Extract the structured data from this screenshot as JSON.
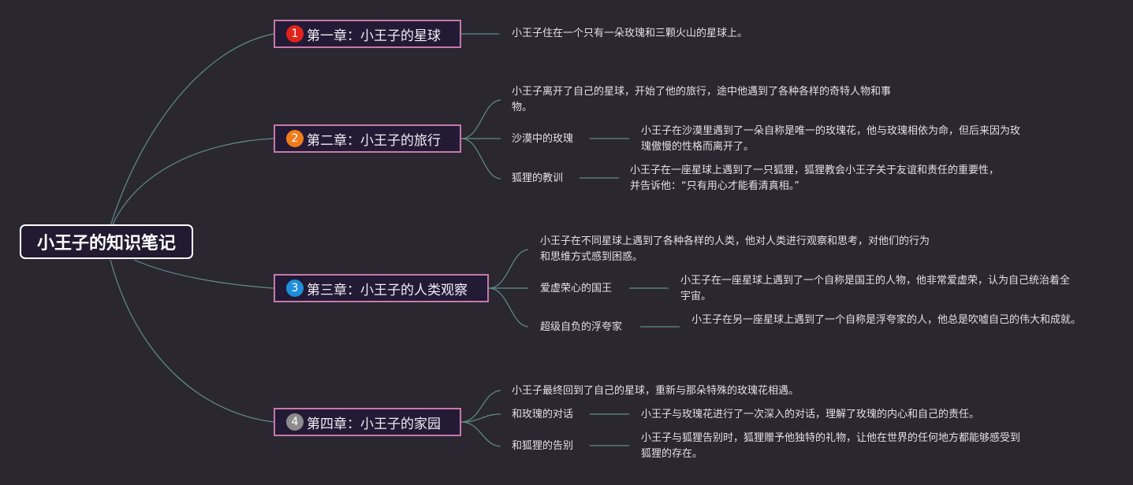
{
  "root": {
    "title": "小王子的知识笔记"
  },
  "chapters": [
    {
      "badge": "1",
      "badge_color": "#e0241b",
      "title": "第一章：小王子的星球",
      "summary": "小王子住在一个只有一朵玫瑰和三颗火山的星球上。",
      "items": []
    },
    {
      "badge": "2",
      "badge_color": "#f07c1a",
      "title": "第二章：小王子的旅行",
      "summary": "小王子离开了自己的星球，开始了他的旅行，途中他遇到了各种各样的奇特人物和事物。",
      "items": [
        {
          "label": "沙漠中的玫瑰",
          "detail": "小王子在沙漠里遇到了一朵自称是唯一的玫瑰花，他与玫瑰相依为命，但后来因为玫瑰傲慢的性格而离开了。"
        },
        {
          "label": "狐狸的教训",
          "detail": "小王子在一座星球上遇到了一只狐狸，狐狸教会小王子关于友谊和责任的重要性，并告诉他：“只有用心才能看清真相。”"
        }
      ]
    },
    {
      "badge": "3",
      "badge_color": "#1e8fd9",
      "title": "第三章：小王子的人类观察",
      "summary": "小王子在不同星球上遇到了各种各样的人类，他对人类进行观察和思考，对他们的行为和思维方式感到困惑。",
      "items": [
        {
          "label": "爱虚荣心的国王",
          "detail": "小王子在一座星球上遇到了一个自称是国王的人物，他非常爱虚荣，认为自己统治着全宇宙。"
        },
        {
          "label": "超级自负的浮夸家",
          "detail": "小王子在另一座星球上遇到了一个自称是浮夸家的人，他总是吹嘘自己的伟大和成就。"
        }
      ]
    },
    {
      "badge": "4",
      "badge_color": "#8c8c8c",
      "title": "第四章：小王子的家园",
      "summary": "小王子最终回到了自己的星球，重新与那朵特殊的玫瑰花相遇。",
      "items": [
        {
          "label": "和玫瑰的对话",
          "detail": "小王子与玫瑰花进行了一次深入的对话，理解了玫瑰的内心和自己的责任。"
        },
        {
          "label": "和狐狸的告别",
          "detail": "小王子与狐狸告别时，狐狸赠予他独特的礼物，让他在世界的任何地方都能够感受到狐狸的存在。"
        }
      ]
    }
  ]
}
